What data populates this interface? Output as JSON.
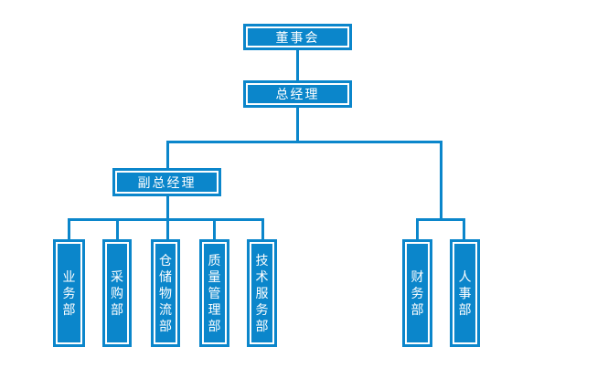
{
  "org_chart": {
    "type": "org-tree",
    "board": "董事会",
    "general_manager": "总经理",
    "deputy_general_manager": "副总经理",
    "left_departments": [
      "业务部",
      "采购部",
      "仓储物流部",
      "质量管理部",
      "技术服务部"
    ],
    "right_departments": [
      "财务部",
      "人事部"
    ],
    "colors": {
      "box_fill": "#0b86cb",
      "box_text": "#ffffff",
      "line": "#0b86cb",
      "background": "#ffffff"
    }
  }
}
